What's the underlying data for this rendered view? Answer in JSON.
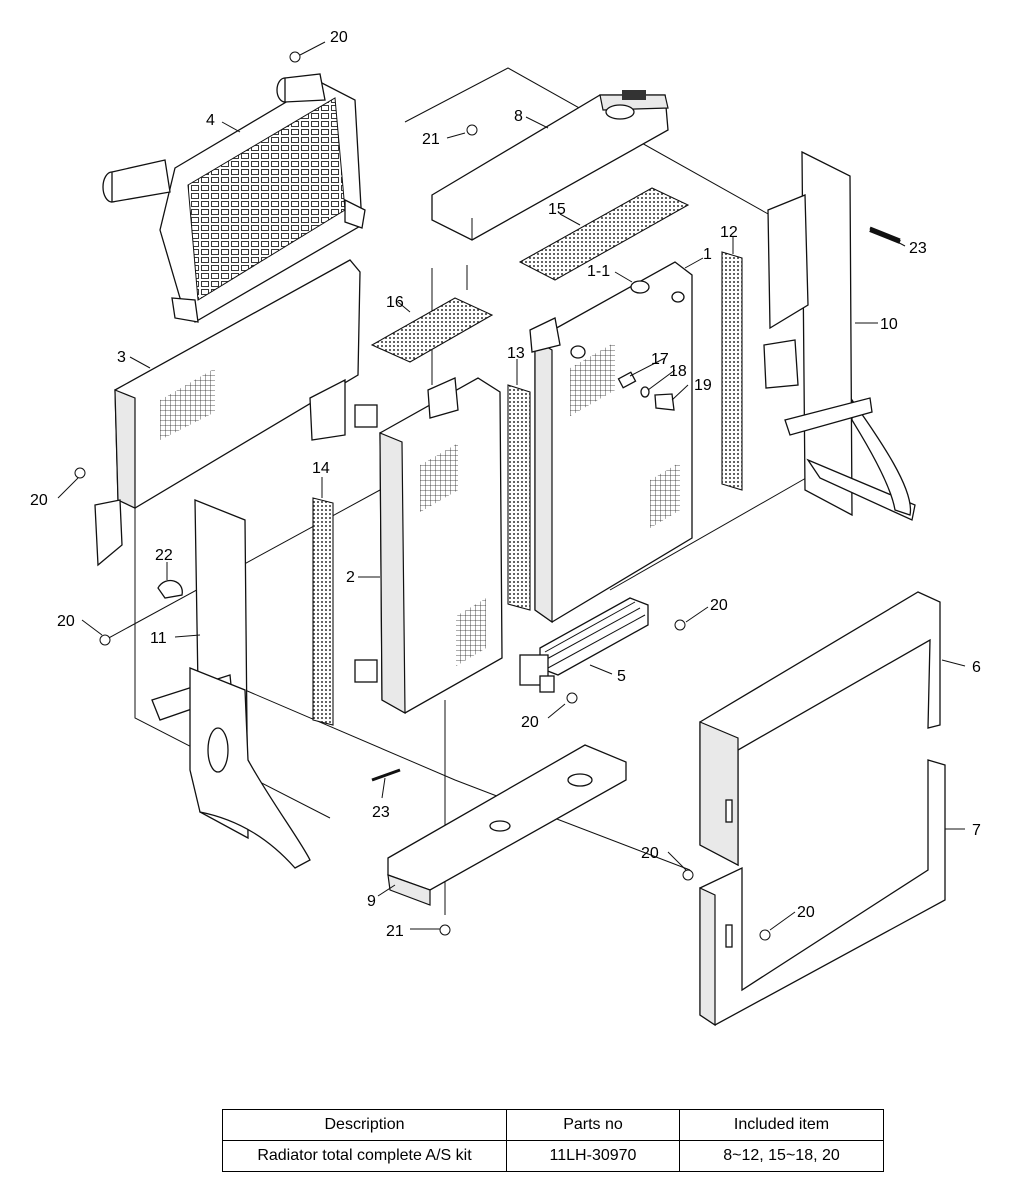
{
  "callouts": [
    {
      "id": "c-20a",
      "text": "20"
    },
    {
      "id": "c-4",
      "text": "4"
    },
    {
      "id": "c-21a",
      "text": "21"
    },
    {
      "id": "c-8",
      "text": "8"
    },
    {
      "id": "c-23a",
      "text": "23"
    },
    {
      "id": "c-15",
      "text": "15"
    },
    {
      "id": "c-12",
      "text": "12"
    },
    {
      "id": "c-1",
      "text": "1"
    },
    {
      "id": "c-1-1",
      "text": "1-1"
    },
    {
      "id": "c-10",
      "text": "10"
    },
    {
      "id": "c-16",
      "text": "16"
    },
    {
      "id": "c-3",
      "text": "3"
    },
    {
      "id": "c-13",
      "text": "13"
    },
    {
      "id": "c-17",
      "text": "17"
    },
    {
      "id": "c-18",
      "text": "18"
    },
    {
      "id": "c-19",
      "text": "19"
    },
    {
      "id": "c-20b",
      "text": "20"
    },
    {
      "id": "c-14",
      "text": "14"
    },
    {
      "id": "c-2",
      "text": "2"
    },
    {
      "id": "c-22",
      "text": "22"
    },
    {
      "id": "c-20c",
      "text": "20"
    },
    {
      "id": "c-11",
      "text": "11"
    },
    {
      "id": "c-20d",
      "text": "20"
    },
    {
      "id": "c-6",
      "text": "6"
    },
    {
      "id": "c-5",
      "text": "5"
    },
    {
      "id": "c-20e",
      "text": "20"
    },
    {
      "id": "c-23b",
      "text": "23"
    },
    {
      "id": "c-7",
      "text": "7"
    },
    {
      "id": "c-20f",
      "text": "20"
    },
    {
      "id": "c-9",
      "text": "9"
    },
    {
      "id": "c-20g",
      "text": "20"
    },
    {
      "id": "c-21b",
      "text": "21"
    }
  ],
  "table": {
    "headers": [
      "Description",
      "Parts no",
      "Included item"
    ],
    "rows": [
      [
        "Radiator total complete A/S kit",
        "11LH-30970",
        "8~12, 15~18, 20"
      ]
    ]
  }
}
